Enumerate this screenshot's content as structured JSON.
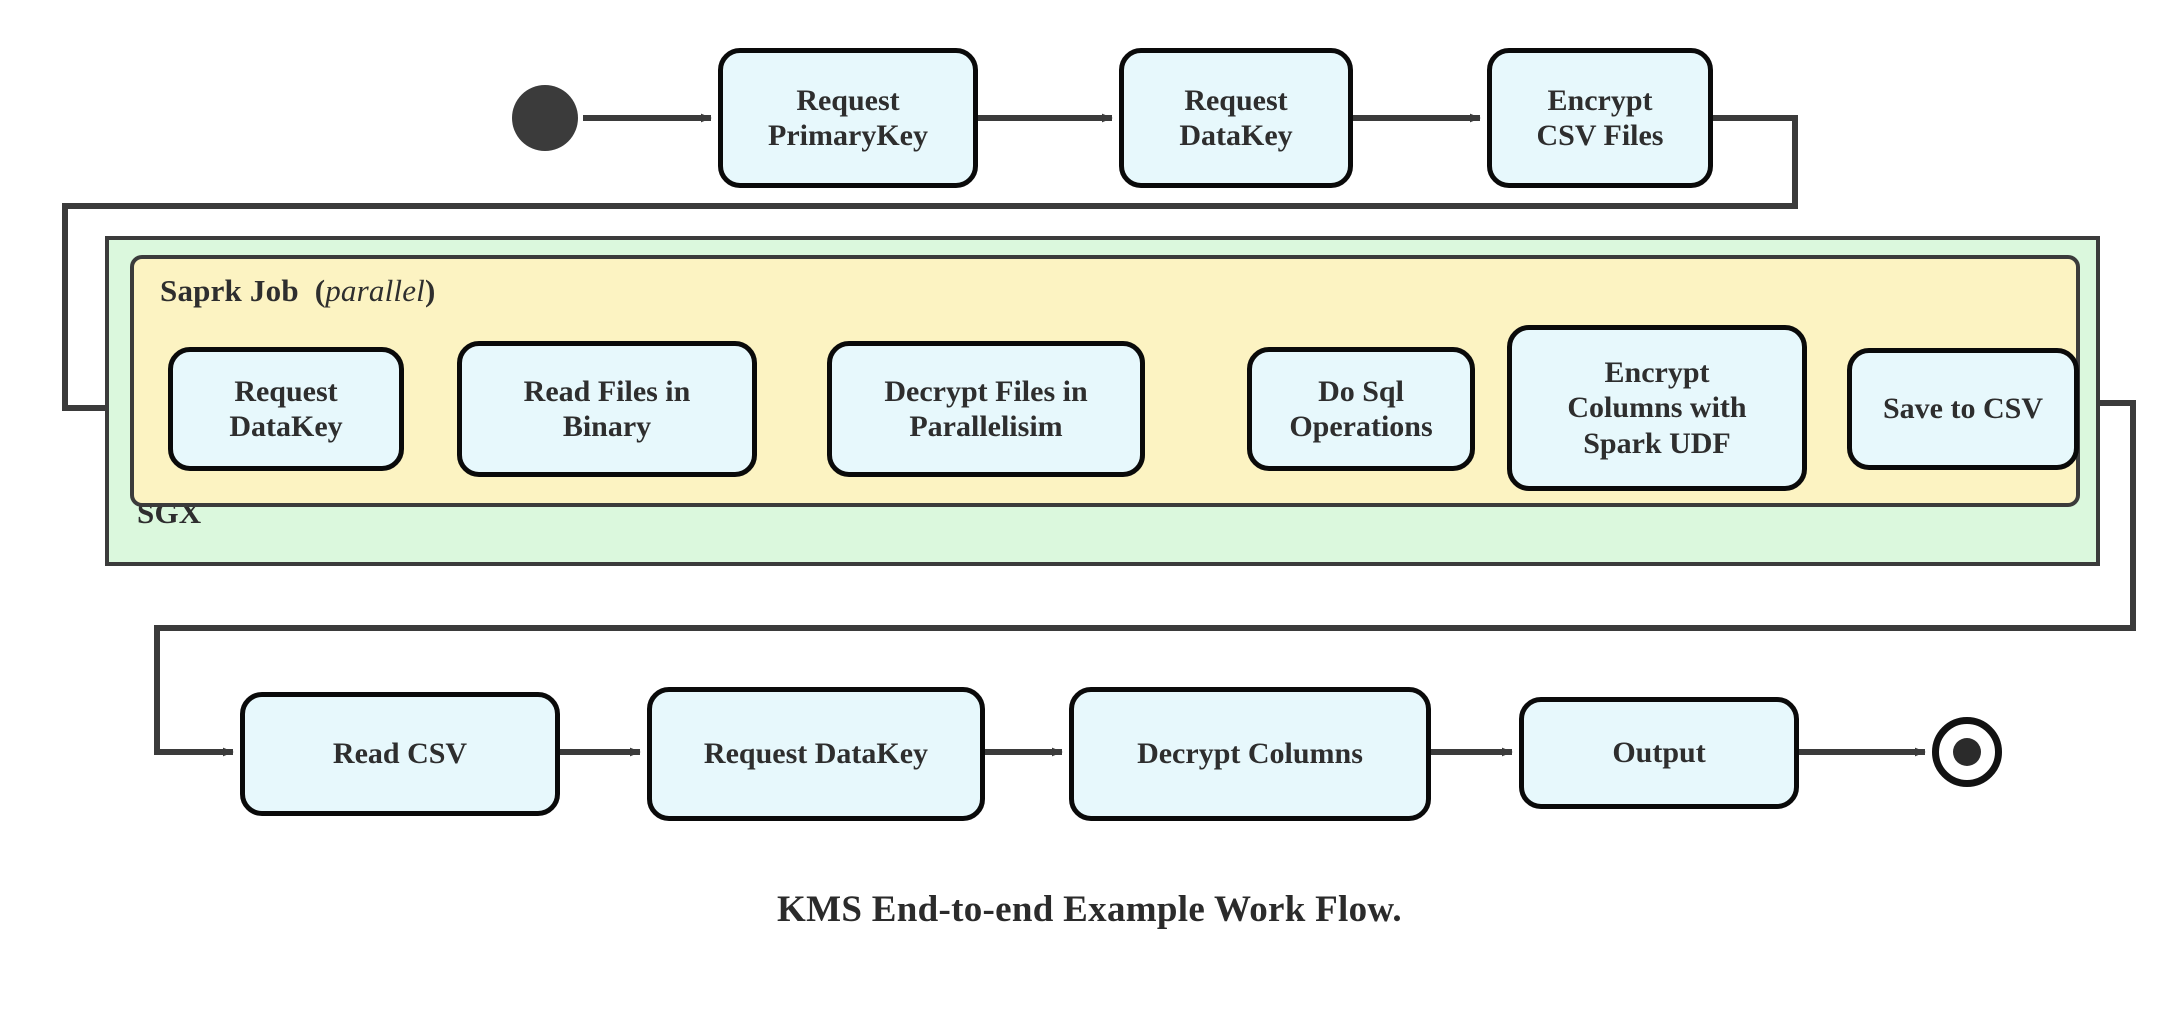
{
  "diagram": {
    "caption": "KMS End-to-end Example Work Flow.",
    "colors": {
      "node_fill": "#e7f8fc",
      "node_stroke": "#0a0a0a",
      "spark_fill": "#fcf3c2",
      "sgx_fill": "#dbf8dd",
      "container_stroke": "#3b3b3b",
      "text": "#2e2e2e",
      "background": "#ffffff"
    },
    "containers": {
      "sgx": {
        "label": "SGX"
      },
      "spark": {
        "label": "Saprk Job",
        "qualifier_open": "(",
        "qualifier": "parallel",
        "qualifier_close": ")"
      }
    },
    "terminals": {
      "start": "start-node",
      "end": "end-node"
    },
    "rows": {
      "top": [
        {
          "id": "request-primarykey",
          "label": "Request\nPrimaryKey"
        },
        {
          "id": "request-datakey-top",
          "label": "Request\nDataKey"
        },
        {
          "id": "encrypt-csv-files",
          "label": "Encrypt\nCSV Files"
        }
      ],
      "middle": [
        {
          "id": "request-datakey-spark",
          "label": "Request\nDataKey"
        },
        {
          "id": "read-files-in-binary",
          "label": "Read Files in\nBinary"
        },
        {
          "id": "decrypt-files-in-parallelisim",
          "label": "Decrypt Files in\nParallelisim"
        },
        {
          "id": "do-sql-operations",
          "label": "Do Sql\nOperations"
        },
        {
          "id": "encrypt-columns-with-spark-udf",
          "label": "Encrypt\nColumns with\nSpark UDF"
        },
        {
          "id": "save-to-csv",
          "label": "Save to CSV"
        }
      ],
      "bottom": [
        {
          "id": "read-csv",
          "label": "Read CSV"
        },
        {
          "id": "request-datakey-bottom",
          "label": "Request DataKey"
        },
        {
          "id": "decrypt-columns",
          "label": "Decrypt Columns"
        },
        {
          "id": "output",
          "label": "Output"
        }
      ]
    }
  },
  "chart_data": {
    "type": "diagram",
    "title": "KMS End-to-end Example Work Flow.",
    "nodes": [
      "start",
      "Request PrimaryKey",
      "Request DataKey",
      "Encrypt CSV Files",
      "Request DataKey",
      "Read Files in Binary",
      "Decrypt Files in Parallelisim",
      "Do Sql Operations",
      "Encrypt Columns with Spark UDF",
      "Save to CSV",
      "Read CSV",
      "Request DataKey",
      "Decrypt Columns",
      "Output",
      "end"
    ],
    "edges": [
      [
        "start",
        "Request PrimaryKey"
      ],
      [
        "Request PrimaryKey",
        "Request DataKey"
      ],
      [
        "Request DataKey",
        "Encrypt CSV Files"
      ],
      [
        "Encrypt CSV Files",
        "Request DataKey (Spark)"
      ],
      [
        "Request DataKey (Spark)",
        "Read Files in Binary"
      ],
      [
        "Read Files in Binary",
        "Decrypt Files in Parallelisim"
      ],
      [
        "Decrypt Files in Parallelisim",
        "Do Sql Operations"
      ],
      [
        "Do Sql Operations",
        "Encrypt Columns with Spark UDF"
      ],
      [
        "Encrypt Columns with Spark UDF",
        "Save to CSV"
      ],
      [
        "Save to CSV",
        "Read CSV"
      ],
      [
        "Read CSV",
        "Request DataKey (bottom)"
      ],
      [
        "Request DataKey (bottom)",
        "Decrypt Columns"
      ],
      [
        "Decrypt Columns",
        "Output"
      ],
      [
        "Output",
        "end"
      ]
    ],
    "groups": [
      {
        "name": "SGX",
        "contains": [
          "Saprk Job (parallel)"
        ]
      },
      {
        "name": "Saprk Job (parallel)",
        "contains": [
          "Request DataKey",
          "Read Files in Binary",
          "Decrypt Files in Parallelisim",
          "Do Sql Operations",
          "Encrypt Columns with Spark UDF",
          "Save to CSV"
        ]
      }
    ]
  }
}
